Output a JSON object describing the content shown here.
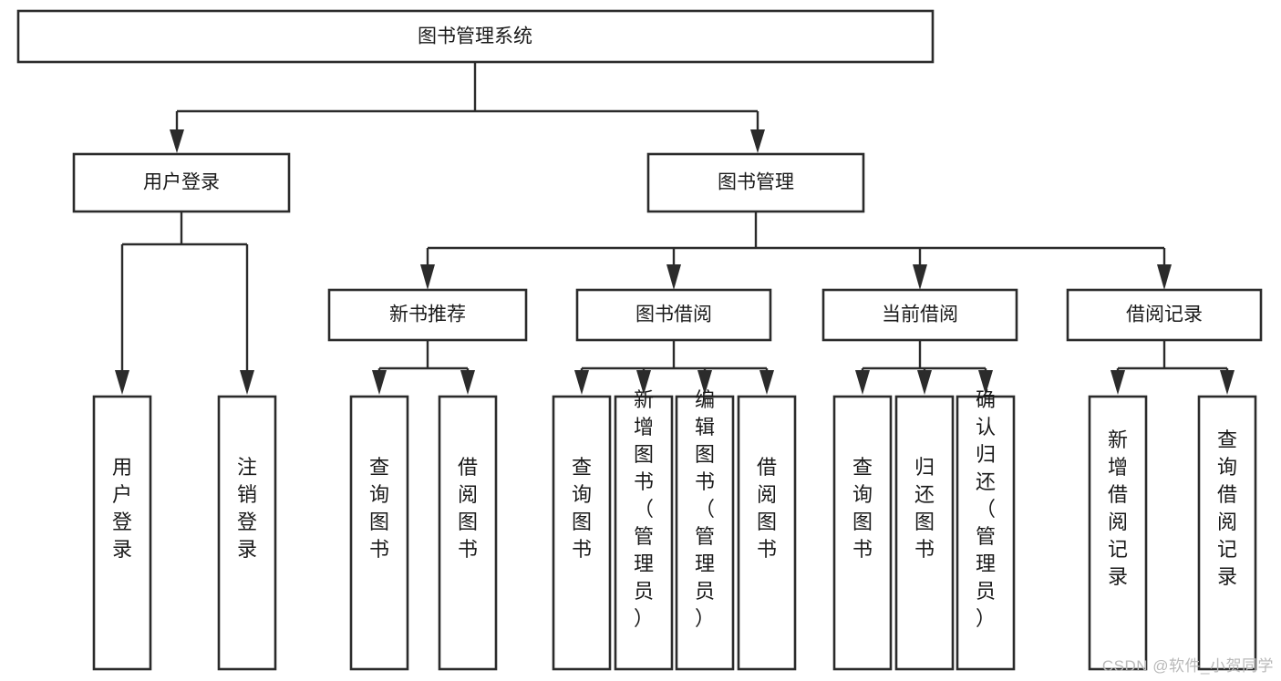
{
  "diagram": {
    "type": "tree",
    "title": "图书管理系统",
    "watermark": "CSDN @软件_小贺同学",
    "colors": {
      "box_stroke": "#2b2b2b",
      "box_fill": "#ffffff",
      "text": "#1a1a1a",
      "background": "#ffffff",
      "watermark": "#b9b9b9"
    },
    "levels": {
      "root": {
        "label": "图书管理系统"
      },
      "level2": [
        {
          "id": "user-login",
          "label": "用户登录"
        },
        {
          "id": "book-manage",
          "label": "图书管理"
        }
      ],
      "level3": [
        {
          "id": "new-book-recommend",
          "label": "新书推荐"
        },
        {
          "id": "book-borrow",
          "label": "图书借阅"
        },
        {
          "id": "current-borrow",
          "label": "当前借阅"
        },
        {
          "id": "borrow-record",
          "label": "借阅记录"
        }
      ],
      "leaves": {
        "user-login": [
          {
            "id": "leaf-user-login",
            "label": "用户登录"
          },
          {
            "id": "leaf-logout-login",
            "label": "注销登录"
          }
        ],
        "new-book-recommend": [
          {
            "id": "leaf-query-book-1",
            "label": "查询图书"
          },
          {
            "id": "leaf-borrow-book-1",
            "label": "借阅图书"
          }
        ],
        "book-borrow": [
          {
            "id": "leaf-query-book-2",
            "label": "查询图书"
          },
          {
            "id": "leaf-add-book",
            "label": "新增图书（管理员）"
          },
          {
            "id": "leaf-edit-book",
            "label": "编辑图书（管理员）"
          },
          {
            "id": "leaf-borrow-book-2",
            "label": "借阅图书"
          }
        ],
        "current-borrow": [
          {
            "id": "leaf-query-book-3",
            "label": "查询图书"
          },
          {
            "id": "leaf-return-book",
            "label": "归还图书"
          },
          {
            "id": "leaf-confirm-return",
            "label": "确认归还（管理员）"
          }
        ],
        "borrow-record": [
          {
            "id": "leaf-add-record",
            "label": "新增借阅记录"
          },
          {
            "id": "leaf-query-record",
            "label": "查询借阅记录"
          }
        ]
      }
    }
  }
}
